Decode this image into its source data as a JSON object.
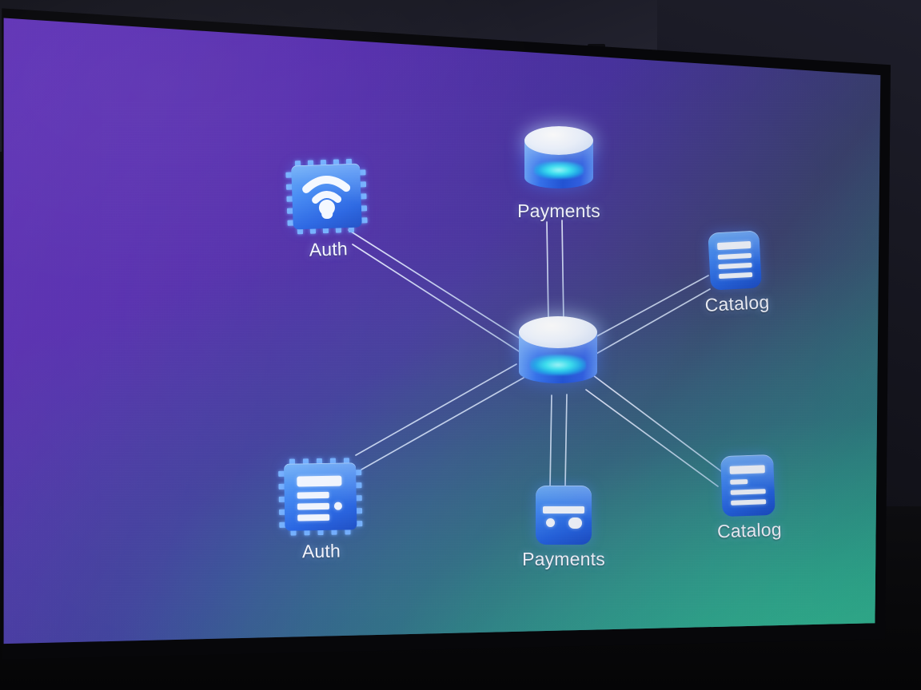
{
  "scene": {
    "description": "Photo of a projection screen in a dark room showing a slide",
    "room_background_color": "#14141c",
    "screen_bezel_color": "#07070a"
  },
  "slide": {
    "title": "",
    "background": {
      "from_color": "#5a2bb4",
      "to_color": "#2eb894",
      "direction": "top-left purple to bottom-right green"
    },
    "hub": {
      "icon": "database-cylinder-icon",
      "label": "",
      "accent_color": "#32e6f5"
    },
    "connection_style": "double-parallel-thin-white-lines",
    "connection_color": "#cfd9ff",
    "nodes": [
      {
        "id": "auth-top",
        "label": "Auth",
        "icon": "chip-wifi-icon",
        "position": "top-left"
      },
      {
        "id": "payments-top",
        "label": "Payments",
        "icon": "database-cylinder-icon",
        "position": "top-center"
      },
      {
        "id": "catalog-top",
        "label": "Catalog",
        "icon": "document-lines-icon",
        "position": "right-upper"
      },
      {
        "id": "catalog-bottom",
        "label": "Catalog",
        "icon": "document-lines-icon",
        "position": "right-lower"
      },
      {
        "id": "payments-bottom",
        "label": "Payments",
        "icon": "credit-card-icon",
        "position": "bottom-center"
      },
      {
        "id": "auth-bottom",
        "label": "Auth",
        "icon": "chip-list-icon",
        "position": "bottom-left"
      }
    ]
  }
}
